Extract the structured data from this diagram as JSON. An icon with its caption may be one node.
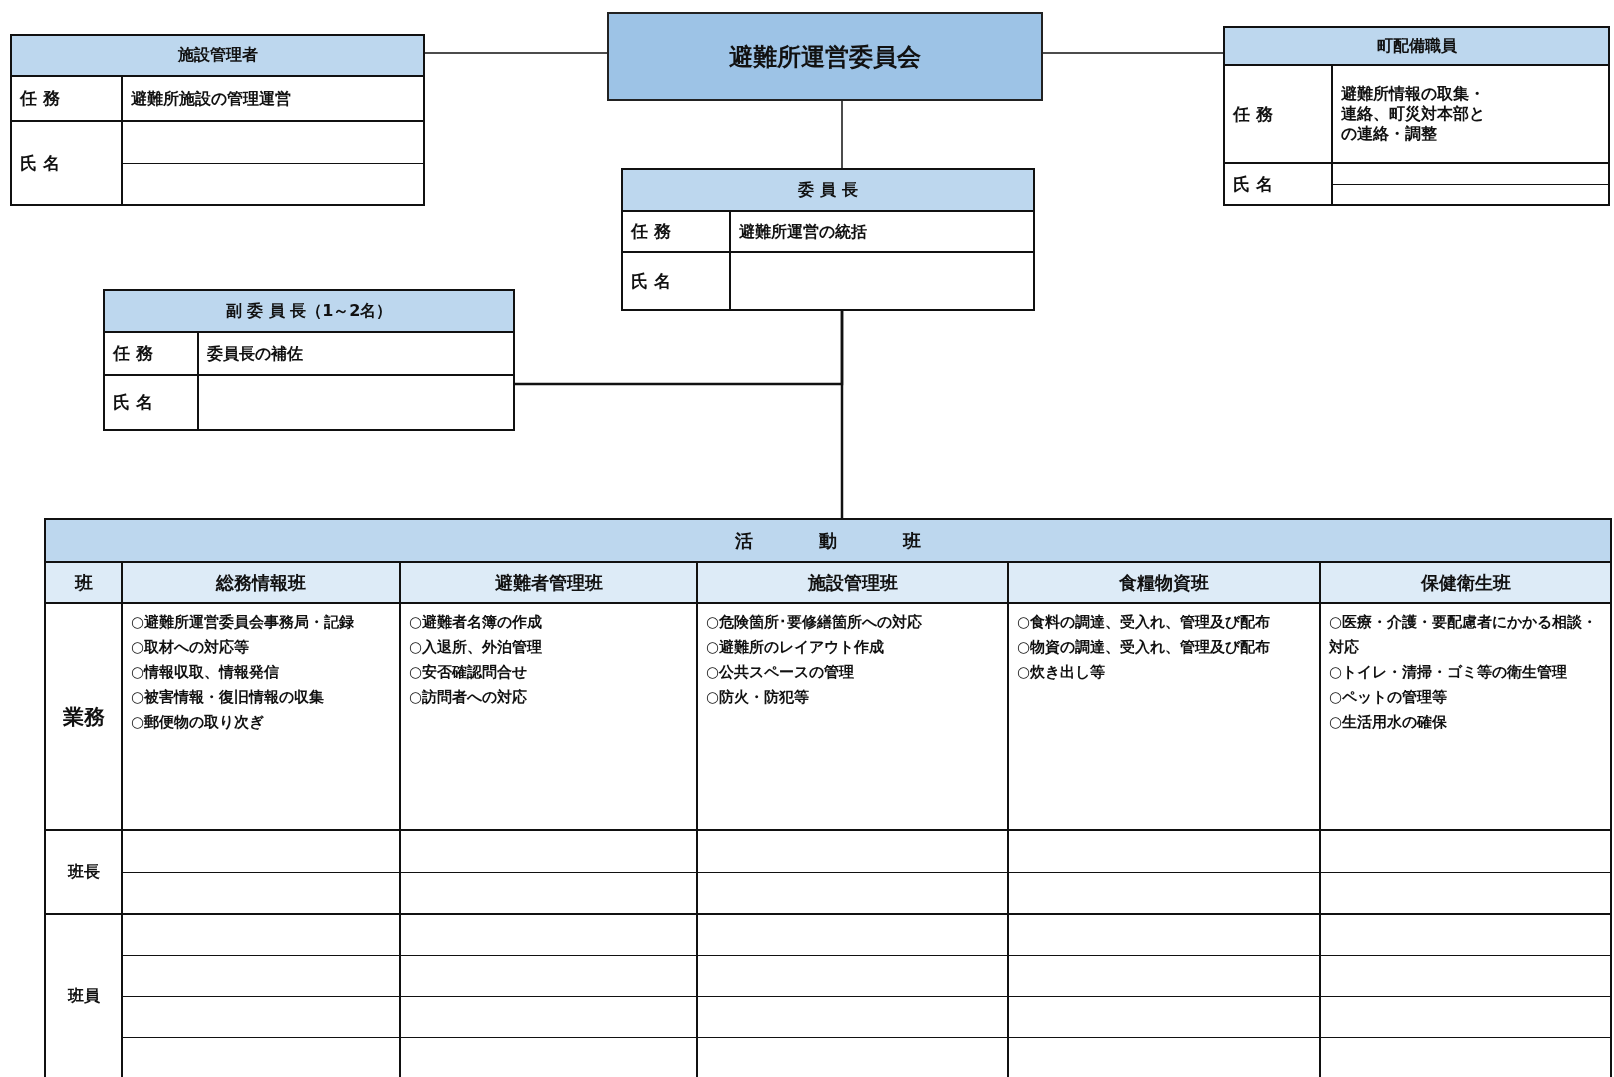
{
  "diagram": {
    "nodes": [
      {
        "text": [
          "避難所運営委員会"
        ]
      },
      {
        "text": [
          "施設管理者",
          "任 務",
          "避難所施設の管理運営",
          "氏 名"
        ]
      },
      {
        "text": [
          "町配備職員",
          "任 務",
          "避難所情報の取集・連絡、町災対本部との連絡・調整",
          "氏 名"
        ]
      },
      {
        "text": [
          "委 員 長",
          "任 務",
          "避難所運営の統括",
          "氏 名"
        ]
      },
      {
        "text": [
          "副 委 員 長（1～2名）",
          "任 務",
          "委員長の補佐",
          "氏 名"
        ]
      },
      {
        "text": [
          "活 動 班",
          "班",
          "総務情報班",
          "避難者管理班",
          "施設管理班",
          "食糧物資班",
          "保健衛生班",
          "業務",
          "○避難所運営委員会事務局・記録",
          "○取材への対応等",
          "○情報収取、情報発信",
          "○被害情報・復旧情報の収集",
          "○郵便物の取り次ぎ",
          "○避難者名簿の作成",
          "○入退所、外泊管理",
          "○安否確認問合せ",
          "○訪問者への対応",
          "○危険箇所･要修繕箇所への対応",
          "○避難所のレイアウト作成",
          "○公共スペースの管理",
          "○防火・防犯等",
          "○食料の調達、受入れ、管理及び配布",
          "○物資の調達、受入れ、管理及び配布",
          "○炊き出し等",
          "○医療・介護・要配慮者にかかる相談・対応",
          "○トイレ・清掃・ゴミ等の衛生管理",
          "○ペットの管理等",
          "○生活用水の確保",
          "班長",
          "班員"
        ]
      }
    ],
    "edges": [
      {
        "from": 1,
        "to": 0,
        "arrow": "none"
      },
      {
        "from": 0,
        "to": 2,
        "arrow": "none"
      },
      {
        "from": 0,
        "to": 3,
        "arrow": "none"
      },
      {
        "from": 3,
        "to": 5,
        "arrow": "none"
      },
      {
        "from": 4,
        "to": 3,
        "arrow": "none"
      }
    ]
  }
}
